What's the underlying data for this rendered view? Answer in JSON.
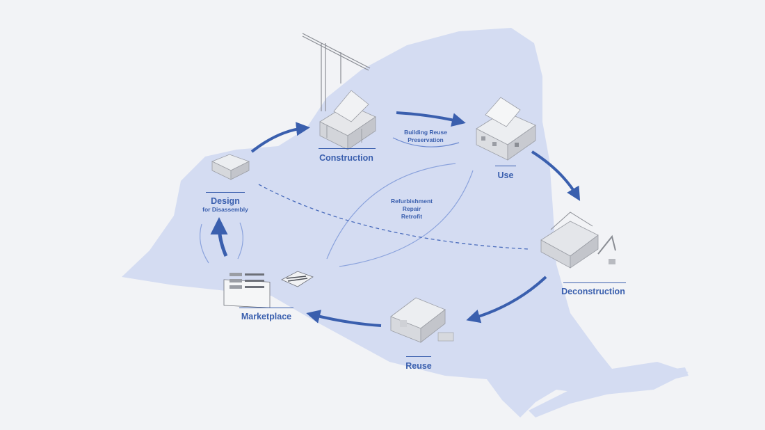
{
  "stages": {
    "construction": "Construction",
    "use": "Use",
    "deconstruction": "Deconstruction",
    "reuse": "Reuse",
    "marketplace": "Marketplace",
    "design": "Design",
    "design_sub": "for Disassembly"
  },
  "paths": {
    "building_reuse_line1": "Building Reuse",
    "building_reuse_line2": "Preservation",
    "refurbishment": "Refurbishment",
    "repair": "Repair",
    "retrofit": "Retrofit"
  },
  "colors": {
    "accent": "#3a5fae",
    "map_fill": "#d4dcf2",
    "background": "#f2f3f6"
  }
}
